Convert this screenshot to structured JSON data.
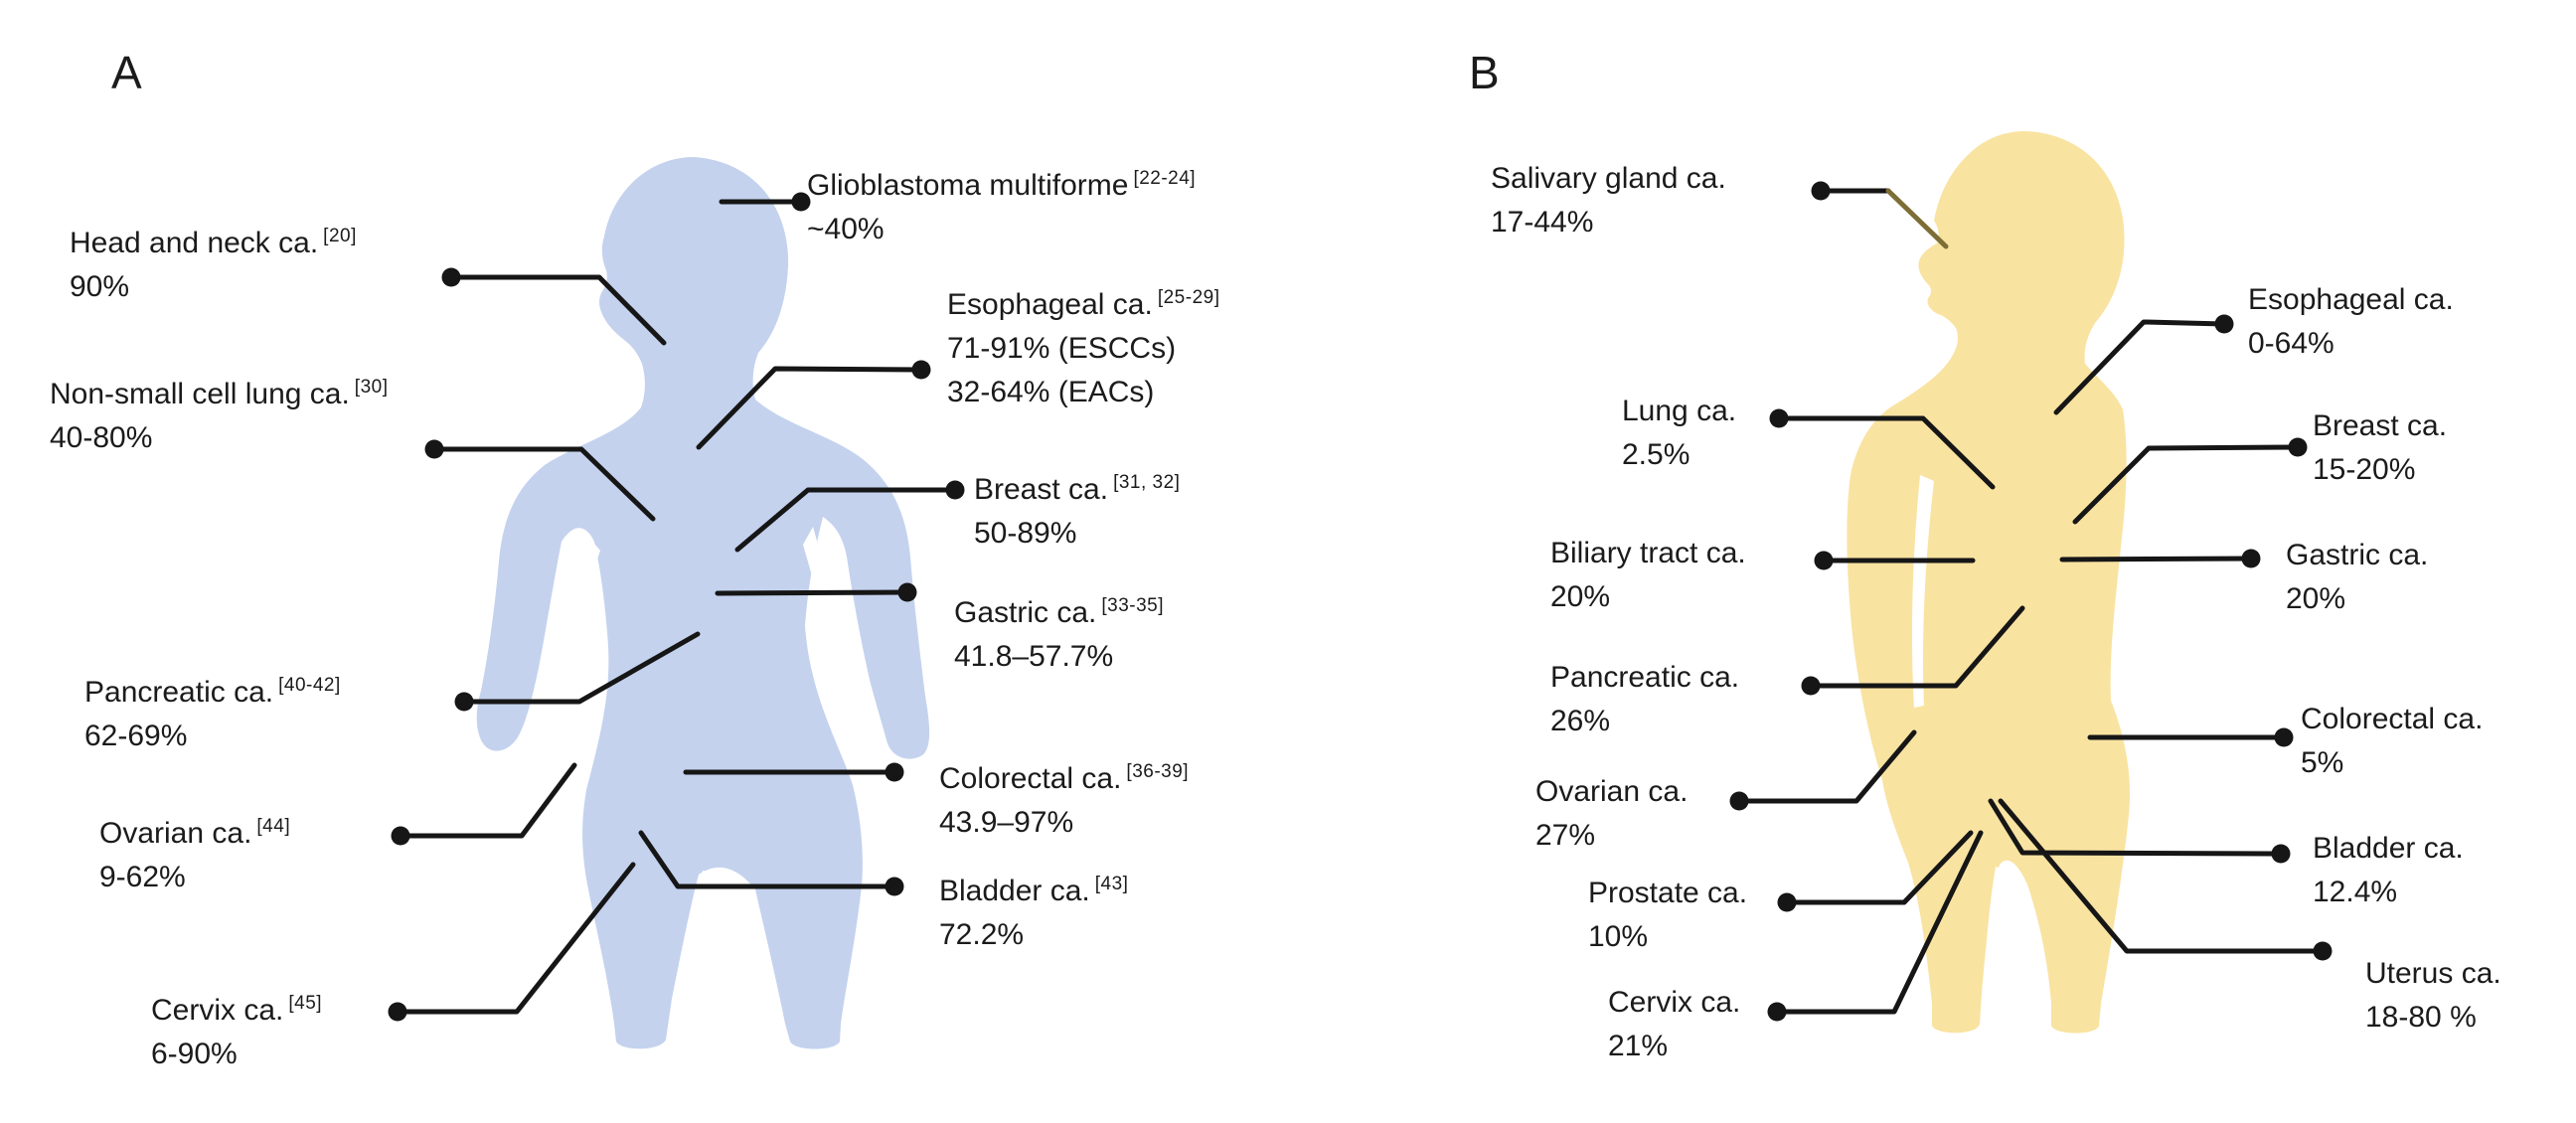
{
  "panels": [
    {
      "label": "A",
      "body_color": "#c4d2ee",
      "annotations": [
        {
          "id": "glioblastoma",
          "name": "Glioblastoma multiforme",
          "ref": "[22-24]",
          "values": [
            "~40%"
          ]
        },
        {
          "id": "head-neck",
          "name": "Head and neck ca.",
          "ref": "[20]",
          "values": [
            "90%"
          ]
        },
        {
          "id": "esophageal",
          "name": "Esophageal ca.",
          "ref": "[25-29]",
          "values": [
            "71-91% (ESCCs)",
            "32-64% (EACs)"
          ]
        },
        {
          "id": "nsclc",
          "name": "Non-small cell lung ca.",
          "ref": "[30]",
          "values": [
            "40-80%"
          ]
        },
        {
          "id": "breast",
          "name": "Breast ca.",
          "ref": "[31, 32]",
          "values": [
            "50-89%"
          ]
        },
        {
          "id": "gastric",
          "name": "Gastric ca.",
          "ref": "[33-35]",
          "values": [
            "41.8–57.7%"
          ]
        },
        {
          "id": "pancreatic",
          "name": "Pancreatic ca.",
          "ref": "[40-42]",
          "values": [
            "62-69%"
          ]
        },
        {
          "id": "colorectal",
          "name": "Colorectal ca.",
          "ref": "[36-39]",
          "values": [
            "43.9–97%"
          ]
        },
        {
          "id": "ovarian",
          "name": "Ovarian ca.",
          "ref": "[44]",
          "values": [
            "9-62%"
          ]
        },
        {
          "id": "bladder",
          "name": "Bladder ca.",
          "ref": "[43]",
          "values": [
            "72.2%"
          ]
        },
        {
          "id": "cervix",
          "name": "Cervix ca.",
          "ref": "[45]",
          "values": [
            "6-90%"
          ]
        }
      ]
    },
    {
      "label": "B",
      "body_color": "#f9e3a1",
      "annotations": [
        {
          "id": "salivary",
          "name": "Salivary gland ca.",
          "ref": "",
          "values": [
            "17-44%"
          ]
        },
        {
          "id": "esophageal",
          "name": "Esophageal ca.",
          "ref": "",
          "values": [
            "0-64%"
          ]
        },
        {
          "id": "lung",
          "name": "Lung ca.",
          "ref": "",
          "values": [
            "2.5%"
          ]
        },
        {
          "id": "breast",
          "name": "Breast ca.",
          "ref": "",
          "values": [
            "15-20%"
          ]
        },
        {
          "id": "biliary",
          "name": "Biliary tract ca.",
          "ref": "",
          "values": [
            "20%"
          ]
        },
        {
          "id": "gastric",
          "name": "Gastric ca.",
          "ref": "",
          "values": [
            "20%"
          ]
        },
        {
          "id": "pancreatic",
          "name": "Pancreatic ca.",
          "ref": "",
          "values": [
            "26%"
          ]
        },
        {
          "id": "colorectal",
          "name": "Colorectal ca.",
          "ref": "",
          "values": [
            "5%"
          ]
        },
        {
          "id": "ovarian",
          "name": "Ovarian ca.",
          "ref": "",
          "values": [
            "27%"
          ]
        },
        {
          "id": "bladder",
          "name": "Bladder ca.",
          "ref": "",
          "values": [
            "12.4%"
          ]
        },
        {
          "id": "prostate",
          "name": "Prostate ca.",
          "ref": "",
          "values": [
            "10%"
          ]
        },
        {
          "id": "uterus",
          "name": "Uterus ca.",
          "ref": "",
          "values": [
            "18-80 %"
          ]
        },
        {
          "id": "cervix",
          "name": "Cervix ca.",
          "ref": "",
          "values": [
            "21%"
          ]
        }
      ]
    }
  ],
  "style": {
    "leader_color": "#161616",
    "salivary_overlay_color": "#7d6e35",
    "text_color": "#1b1b1b"
  }
}
